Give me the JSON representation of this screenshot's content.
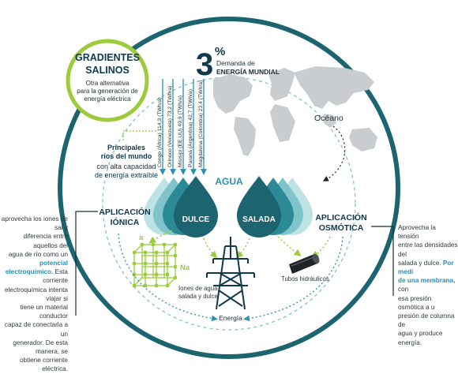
{
  "title": {
    "heading_line1": "GRADIENTES",
    "heading_line2": "SALINOS",
    "sub_line1": "Otra alternativa",
    "sub_line2": "para la generación de",
    "sub_line3": "energía eléctrica"
  },
  "demand": {
    "percent": "3",
    "percent_sign": "%",
    "line1": "Demanda de",
    "line2": "ENERGÍA MUNDIAL"
  },
  "rivers": [
    {
      "label": "Congo (África) 114,3 (TWh/a)"
    },
    {
      "label": "Orinoco (Venezuela) 73,2 (TWh/a)"
    },
    {
      "label": "Misisipi (EE.UU) 49,9 (TWh/a)"
    },
    {
      "label": "Paraná (Argentina) 42,7 (TWh/a)"
    },
    {
      "label": "Magdalena (Colombia) 23,4 (TWh/a)"
    }
  ],
  "rivers_caption": {
    "line1": "Principales",
    "line2": "ríos del mundo",
    "line3": "con alta capacidad",
    "line4": "de energía extraíble"
  },
  "ocean_label": "Océano",
  "water": {
    "agua": "AGUA",
    "dulce": "DULCE",
    "salada": "SALADA"
  },
  "ionic": {
    "line1": "APLICACIÓN",
    "line2": "IÓNICA",
    "ion_a": "a",
    "ion_na": "Na",
    "ions_line1": "Iones de agua",
    "ions_line2": "salada y dulce"
  },
  "osmotic": {
    "line1": "APLICACIÓN",
    "line2": "OSMÓTICA",
    "tubes_label": "Tubos hidráulicos"
  },
  "energy_label": "Energía",
  "left_text": {
    "p1": "aprovecha los iones de sal y\ndiferencia entre aquellos del\nagua de río como un ",
    "highlight": "potencial\nelectroquímico.",
    "p2": " Esta corriente\nelectroquímica intenta viajar si\ntiene un material conductor\ncapaz de conectarla a un\ngenerador. De esta manera, se\nobtiene corriente eléctrica."
  },
  "right_text": {
    "p1": "Aprovecha la tensión\nentre las densidades del\nsalada y dulce. ",
    "highlight": "Por medi\nde una membrana,",
    "p2": " con\nesa presión osmótica a u\npresión de columna de\nagua y produce energía."
  },
  "colors": {
    "dark_teal": "#1b6470",
    "mid_teal": "#2b8a96",
    "light_teal": "#7fc4c9",
    "navy": "#103a4c",
    "green": "#9ccb3b",
    "arrow_blue": "#2a90b0",
    "map_gray": "#c9cdd0"
  }
}
